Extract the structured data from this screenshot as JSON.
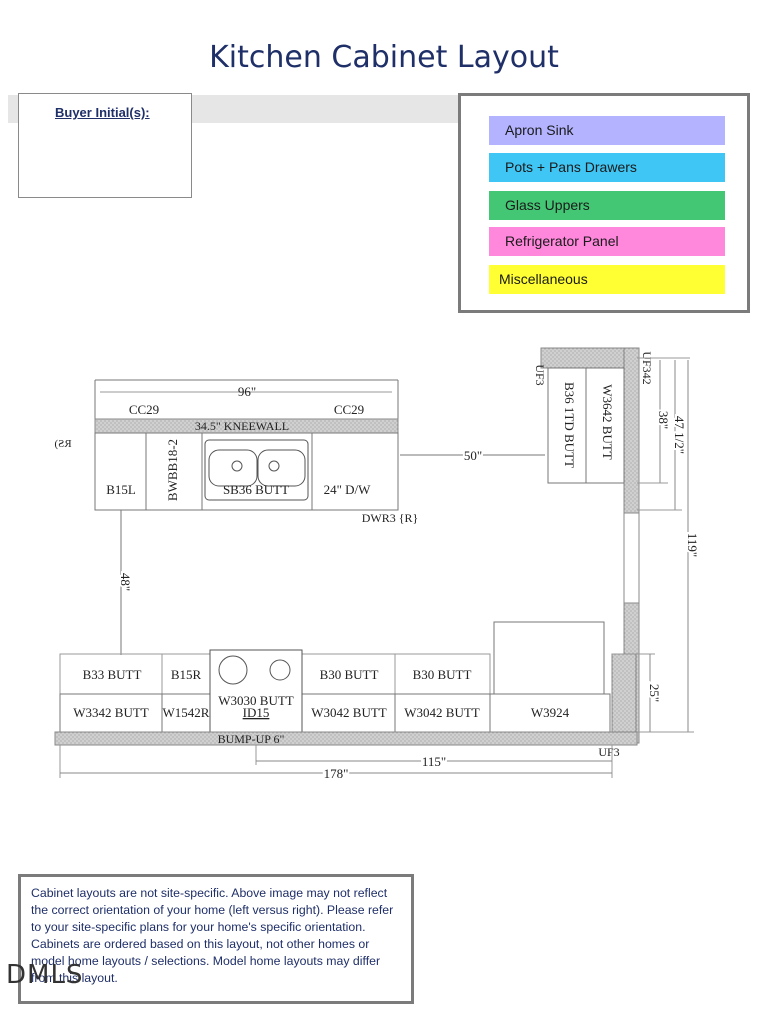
{
  "title": "Kitchen Cabinet Layout",
  "buyer_box": {
    "label": "Buyer Initial(s):"
  },
  "legend": [
    {
      "label": "Apron Sink",
      "color": "#b3b3ff"
    },
    {
      "label": "Pots + Pans Drawers",
      "color": "#40c6f4"
    },
    {
      "label": "Glass Uppers",
      "color": "#44c774"
    },
    {
      "label": "Refrigerator Panel",
      "color": "#ff88dd"
    },
    {
      "label": "Miscellaneous",
      "color": "#ffff33"
    }
  ],
  "plan": {
    "island": {
      "width_dim": "96\"",
      "corbels": [
        "CC29",
        "CC29"
      ],
      "kneewall": "34.5\" KNEEWALL",
      "cabinets": [
        "B15L",
        "BWBB18-2",
        "SB36 BUTT",
        "24\" D/W"
      ],
      "filler": "DWR3 {R}",
      "left_cut_label": "RS)"
    },
    "right_wall": {
      "filler_top": "UF342",
      "filler_left": "UF3",
      "base": "B36 1TD BUTT",
      "wall": "W3642 BUTT",
      "dims": [
        "38\"",
        "47 1/2\"",
        "119\""
      ]
    },
    "dims": {
      "aisle_horizontal": "50\"",
      "aisle_vertical": "48\"",
      "right_return": "25\"",
      "span_115": "115\"",
      "span_178": "178\""
    },
    "back_wall": {
      "bases": [
        "B33 BUTT",
        "B15R",
        "B30 BUTT",
        "B30 BUTT"
      ],
      "uppers": [
        "W3342 BUTT",
        "W1542R",
        "W3030 BUTT",
        "ID15",
        "W3042 BUTT",
        "W3042 BUTT",
        "W3924"
      ],
      "bumpup": "BUMP-UP 6\"",
      "corner_filler": "UF3"
    }
  },
  "note": "Cabinet layouts are not site-specific. Above image may not reflect the correct orientation of your home (left versus right). Please refer to your site-specific plans for your home's specific orientation. Cabinets are ordered based on this layout, not other homes or model home layouts / selections. Model home layouts may differ from this layout.",
  "watermark": "DMLS"
}
